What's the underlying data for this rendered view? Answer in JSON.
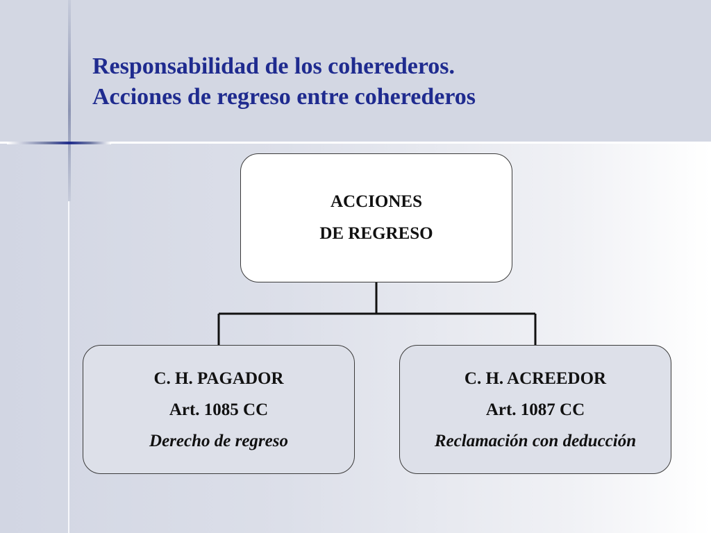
{
  "slide": {
    "title_line1": "Responsabilidad de los coherederos.",
    "title_line2": "Acciones de regreso entre coherederos"
  },
  "diagram": {
    "root": {
      "line1": "ACCIONES",
      "line2": "DE REGRESO"
    },
    "children": [
      {
        "line1": "C. H. PAGADOR",
        "line2": "Art. 1085 CC",
        "line3": "Derecho de regreso"
      },
      {
        "line1": "C. H. ACREEDOR",
        "line2": "Art. 1087 CC",
        "line3": "Reclamación con deducción"
      }
    ]
  },
  "colors": {
    "title": "#1f2b8f",
    "header_band": "#d3d7e3",
    "child_fill": "#dde0e9",
    "root_fill": "#ffffff",
    "connector": "#111111"
  }
}
